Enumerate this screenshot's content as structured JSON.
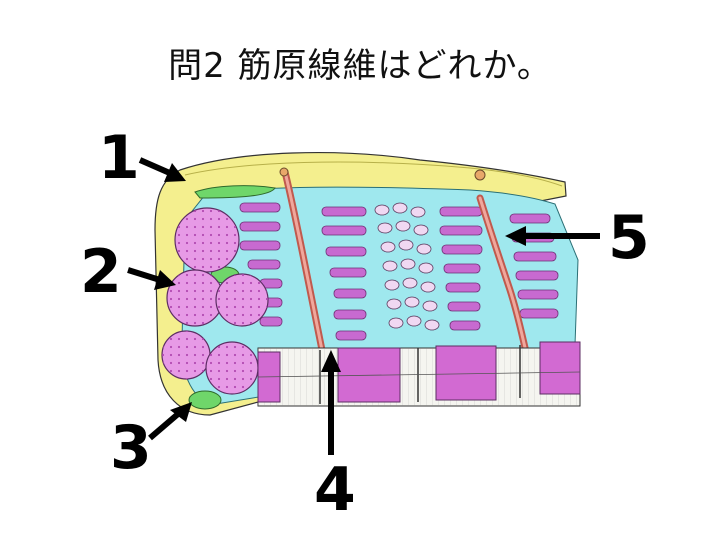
{
  "question": "問2 筋原線維はどれか。",
  "labels": [
    "1",
    "2",
    "3",
    "4",
    "5"
  ],
  "colors": {
    "sheath": "#f4ef8e",
    "fibril": "#e79ae6",
    "sarcoplasm": "#9fe8ee",
    "nucleus": "#6fd66a",
    "capillary": "#d9776c",
    "band_dark": "#d26ad2",
    "band_light": "#f5f5f0"
  }
}
